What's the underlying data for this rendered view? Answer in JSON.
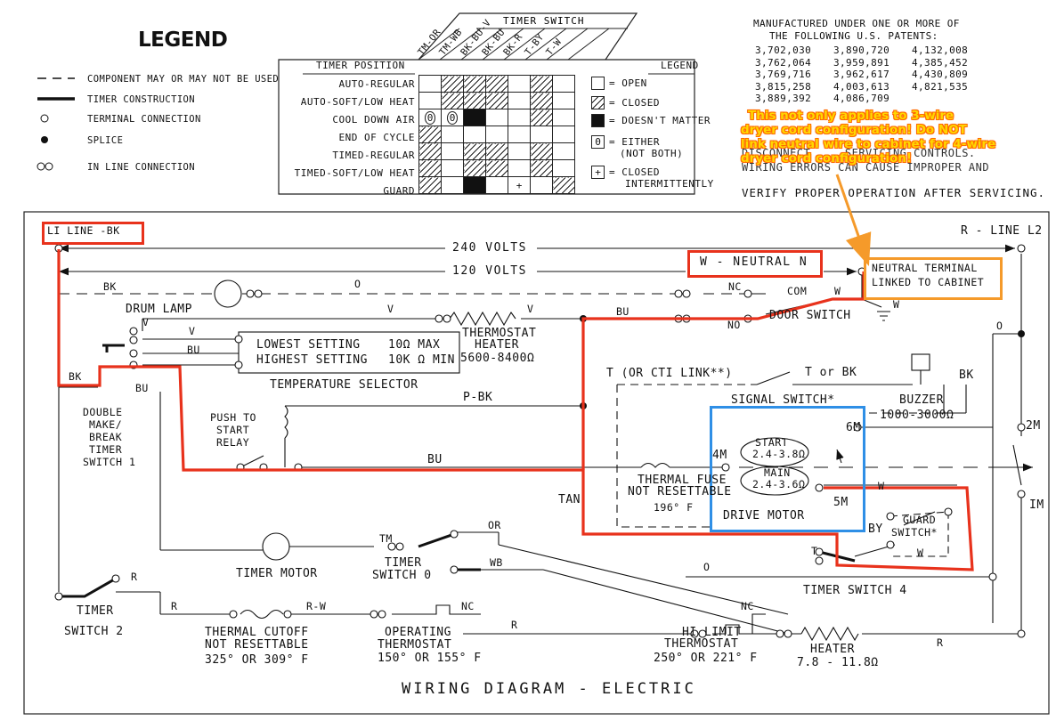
{
  "legend": {
    "title": "LEGEND",
    "items": [
      {
        "symbol": "dashed-line",
        "label": "COMPONENT MAY OR MAY NOT BE USED"
      },
      {
        "symbol": "thick-line",
        "label": "TIMER CONSTRUCTION"
      },
      {
        "symbol": "open-circle",
        "label": "TERMINAL CONNECTION"
      },
      {
        "symbol": "filled-dot",
        "label": "SPLICE"
      },
      {
        "symbol": "double-circle",
        "label": "IN LINE CONNECTION"
      }
    ]
  },
  "timer_chart": {
    "header": "TIMER SWITCH",
    "position_header": "TIMER POSITION",
    "columns": [
      "TM-OR",
      "TM-WB",
      "BK-BU-V",
      "BK-BU",
      "BK-R",
      "T-BY",
      "T-W"
    ],
    "rows": [
      {
        "position": "AUTO-REGULAR",
        "cells": [
          "",
          "c",
          "c",
          "c",
          "",
          "c",
          ""
        ]
      },
      {
        "position": "AUTO-SOFT/LOW HEAT",
        "cells": [
          "",
          "c",
          "c",
          "c",
          "",
          "c",
          ""
        ]
      },
      {
        "position": "COOL DOWN   AIR",
        "cells": [
          "e",
          "e",
          "d",
          "",
          "",
          "c",
          ""
        ]
      },
      {
        "position": "END OF CYCLE",
        "cells": [
          "c",
          "",
          "",
          "",
          "",
          "",
          ""
        ]
      },
      {
        "position": "TIMED-REGULAR",
        "cells": [
          "c",
          "",
          "c",
          "c",
          "",
          "c",
          ""
        ]
      },
      {
        "position": "TIMED-SOFT/LOW HEAT",
        "cells": [
          "c",
          "",
          "c",
          "c",
          "",
          "c",
          ""
        ]
      },
      {
        "position": "GUARD",
        "cells": [
          "c",
          "",
          "d",
          "",
          "i",
          "",
          "c"
        ]
      }
    ],
    "legend_title": "LEGEND",
    "legend": [
      {
        "symbol": "open",
        "label": "= OPEN"
      },
      {
        "symbol": "closed",
        "label": "= CLOSED"
      },
      {
        "symbol": "dontmatter",
        "label": "= DOESN'T MATTER"
      },
      {
        "symbol": "either",
        "label": "= EITHER",
        "label2": "(NOT BOTH)"
      },
      {
        "symbol": "intermittent",
        "label": "= CLOSED",
        "label2": "INTERMITTENTLY"
      }
    ],
    "either_glyph": "0",
    "intermittent_glyph": "+"
  },
  "patents": {
    "heading1": "MANUFACTURED UNDER ONE OR MORE OF",
    "heading2": "THE FOLLOWING U.S. PATENTS:",
    "rows": [
      [
        "3,702,030",
        "3,890,720",
        "4,132,008"
      ],
      [
        "3,762,064",
        "3,959,891",
        "4,385,452"
      ],
      [
        "3,769,716",
        "3,962,617",
        "4,430,809"
      ],
      [
        "3,815,258",
        "4,003,613",
        "4,821,535"
      ],
      [
        "3,889,392",
        "4,086,709",
        ""
      ]
    ],
    "fragment1": "DISCONNECT ... SERVICING CONTROLS.",
    "fragment2": "WIRING ERRORS CAN CAUSE IMPROPER AND",
    "verify": "VERIFY PROPER OPERATION AFTER SERVICING."
  },
  "annotation": {
    "line1": "This not only applies to 3-wire",
    "line2": "dryer cord configuration!  Do NOT",
    "line3": "link neutral wire to cabinet for 4-wire",
    "line4": "dryer cord configuration!",
    "colors": {
      "text": "#ffd700",
      "outline": "#ff6a00",
      "arrow": "#f59a2a",
      "red": "#e8321c",
      "blue": "#2f8fe6"
    }
  },
  "diagram": {
    "l1": "LI LINE -BK",
    "l2": "R - LINE L2",
    "v240": "240 VOLTS",
    "v120": "120 VOLTS",
    "neutral": "W - NEUTRAL N",
    "neutral_terminal1": "NEUTRAL TERMINAL",
    "neutral_terminal2": "LINKED TO CABINET",
    "bk": "BK",
    "o": "O",
    "nc": "NC",
    "com": "COM",
    "w": "W",
    "no": "NO",
    "drum_lamp": "DRUM LAMP",
    "door_switch": "DOOR SWITCH",
    "v": "V",
    "bu": "BU",
    "thermostat_heater1": "THERMOSTAT",
    "thermostat_heater2": "HEATER",
    "thermostat_heater3": "5600-8400Ω",
    "temp_low": "LOWEST SETTING",
    "temp_low_val": "10Ω  MAX",
    "temp_high": "HIGHEST SETTING",
    "temp_high_val": "10K Ω MIN",
    "temp_selector": "TEMPERATURE SELECTOR",
    "t_link": "T (OR CTI LINK**)",
    "t_or_bk": "T or BK",
    "signal_switch": "SIGNAL SWITCH*",
    "buzzer": "BUZZER",
    "buzzer_val": "1000-3000Ω",
    "double1": "DOUBLE",
    "double2": "MAKE/",
    "double3": "BREAK",
    "double4": "TIMER",
    "double5": "SWITCH 1",
    "push1": "PUSH TO",
    "push2": "START",
    "push3": "RELAY",
    "pbk": "P-BK",
    "start": "START",
    "start_val": "2.4-3.8Ω",
    "main": "MAIN",
    "main_val": "2.4-3.6Ω",
    "drive_motor": "DRIVE MOTOR",
    "m6": "6M",
    "m4": "4M",
    "m5": "5M",
    "m2": "2M",
    "m1": "IM",
    "thermal_fuse1": "THERMAL FUSE",
    "thermal_fuse2": "NOT RESETTABLE",
    "thermal_fuse3": "196° F",
    "tan": "TAN",
    "tm": "TM",
    "or": "OR",
    "wb": "WB",
    "timer_motor": "TIMER MOTOR",
    "timer_sw0_1": "TIMER",
    "timer_sw0_2": "SWITCH 0",
    "guard1": "GUARD",
    "guard2": "SWITCH*",
    "by": "BY",
    "t": "T",
    "timer_sw4": "TIMER SWITCH 4",
    "r": "R",
    "rw": "R-W",
    "timer2_1": "TIMER",
    "timer2_2": "SWITCH 2",
    "cutoff1": "THERMAL CUTOFF",
    "cutoff2": "NOT RESETTABLE",
    "cutoff3": "325° OR 309° F",
    "op1": "OPERATING",
    "op2": "THERMOSTAT",
    "op3": "150° OR 155° F",
    "hi1": "HI LIMIT",
    "hi2": "THERMOSTAT",
    "hi3": "250° OR 221° F",
    "heater1": "HEATER",
    "heater2": "7.8 - 11.8Ω",
    "title": "WIRING DIAGRAM - ELECTRIC"
  }
}
